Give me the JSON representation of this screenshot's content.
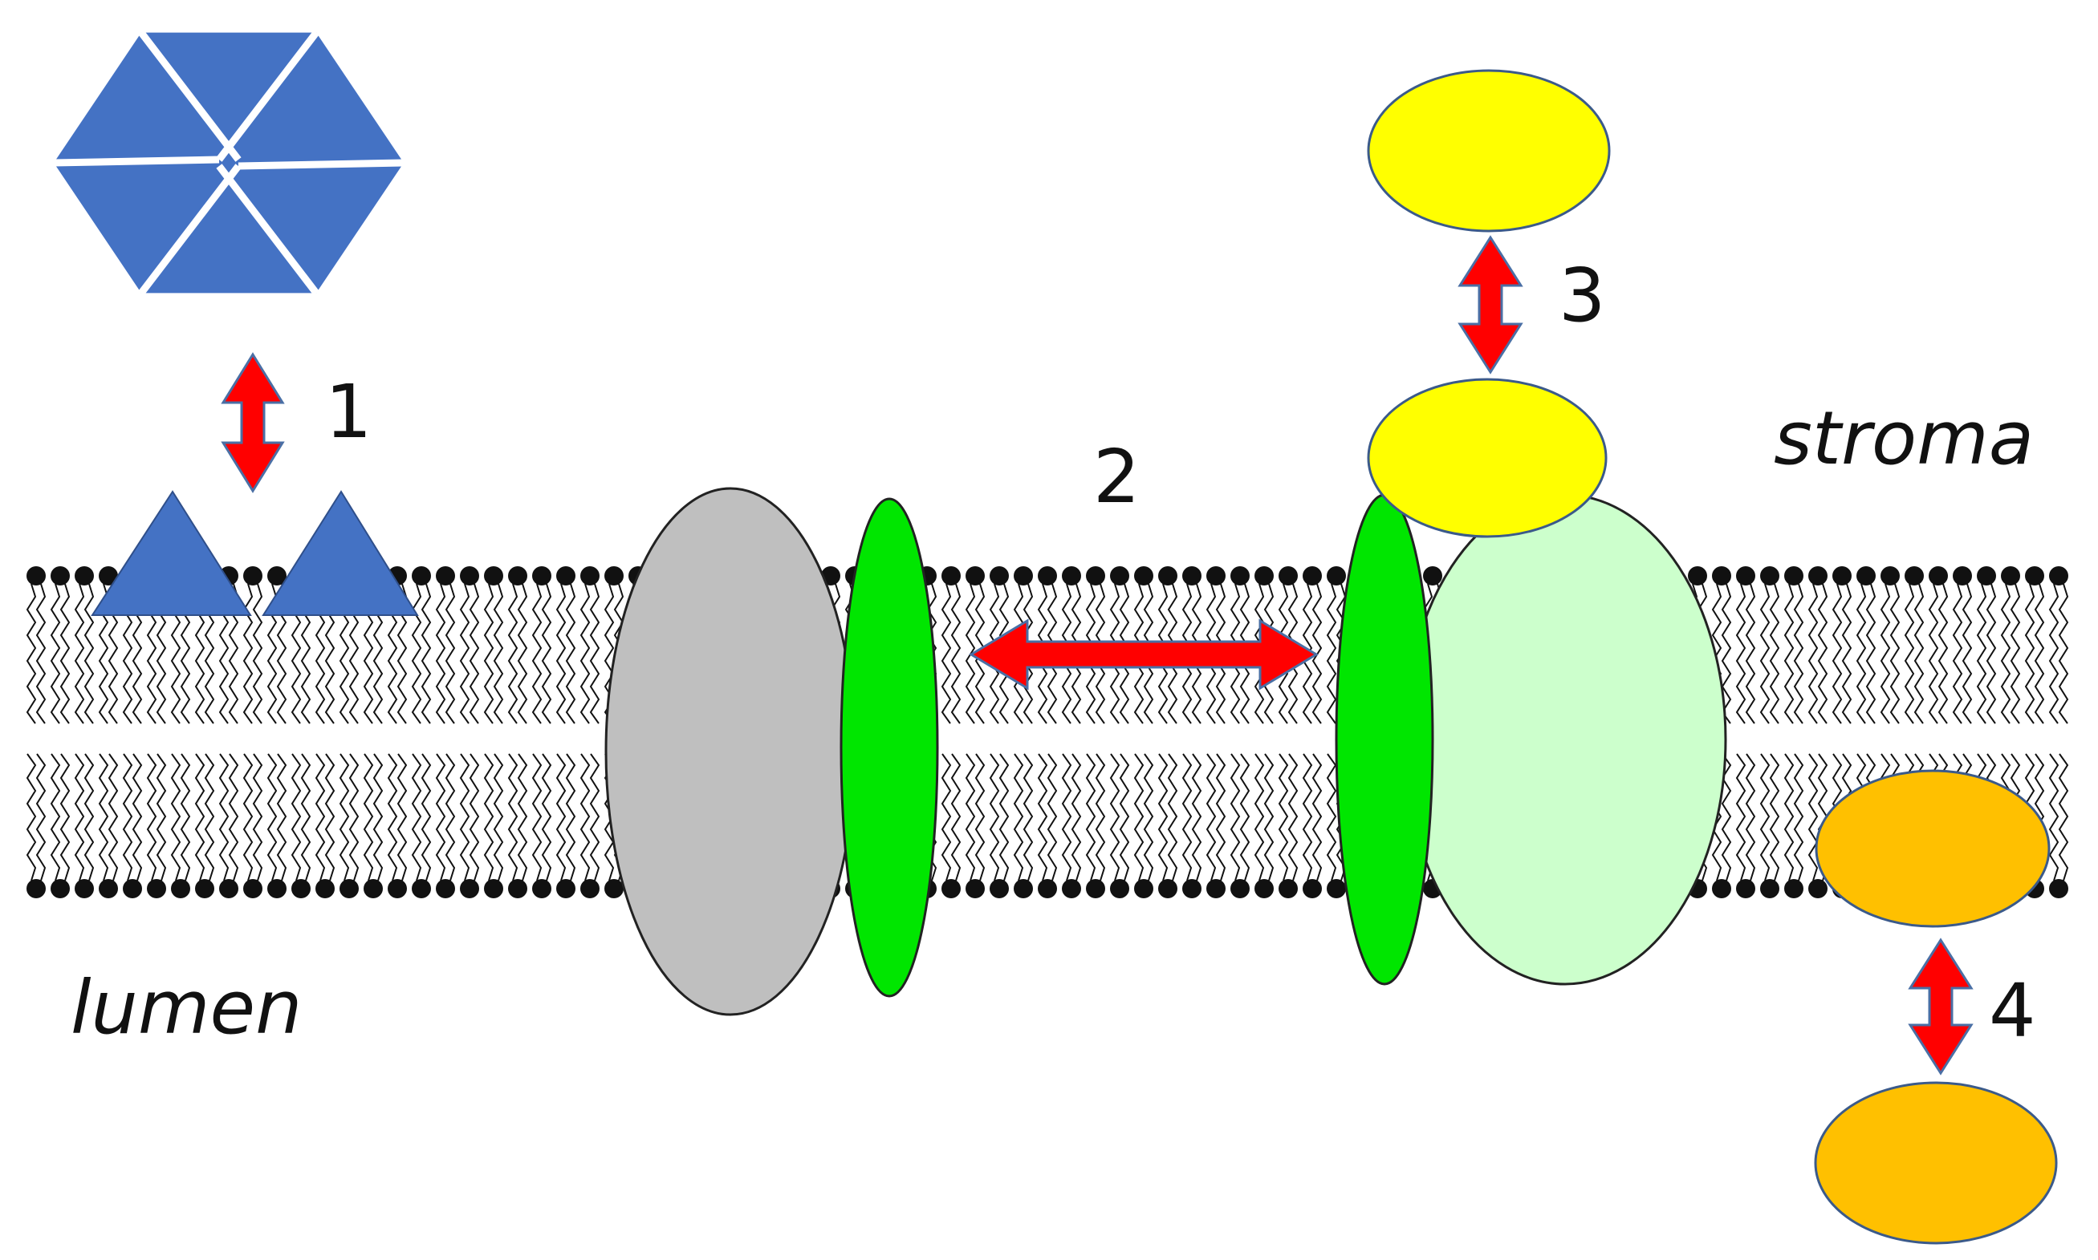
{
  "labels": {
    "step1": "1",
    "step2": "2",
    "step3": "3",
    "step4": "4",
    "stroma": "stroma",
    "lumen": "lumen"
  },
  "colors": {
    "background": "#ffffff",
    "lipid": "#111111",
    "hexamer": "#4472c4",
    "arrow_fill": "#ff0000",
    "arrow_stroke": "#4a6fa5",
    "complex_gray": "#bfbfbf",
    "complex_green": "#00e600",
    "complex_pale_green": "#ccffcc",
    "yellow_subunit": "#ffff00",
    "orange_subunit": "#ffc000"
  }
}
